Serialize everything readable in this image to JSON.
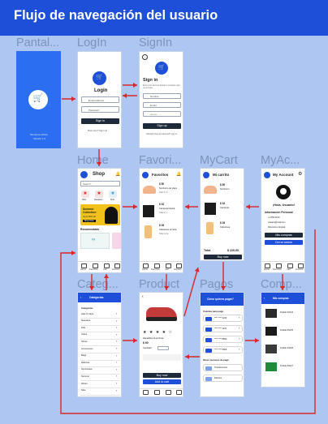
{
  "title": "Flujo de navegación del usuario",
  "labels": {
    "pantalla": "Pantal...",
    "login": "LogIn",
    "signin": "SignIn",
    "home": "Home",
    "favoritos": "Favori...",
    "mycart": "MyCart",
    "myaccount": "MyAc...",
    "categorias": "Categ...",
    "product": "Product",
    "pagos": "Pagos",
    "compras": "Comp..."
  },
  "splash": {
    "text1": "Monstore eShop",
    "text2": "Versión 1.0"
  },
  "login": {
    "title": "Login",
    "email": "Email address",
    "password": "Password",
    "button": "Sign In",
    "footer": "New user? Sign Up"
  },
  "signin": {
    "title": "Sign in",
    "subtitle": "Enter your account details to complete sign up process",
    "name": "Nombre",
    "email": "Email",
    "password": "••••••••",
    "button": "Sign up",
    "footer": "Already have an account? Log in"
  },
  "home": {
    "title": "Shop",
    "search": "Search...",
    "cats": [
      "Hats",
      "Sweaters",
      "Kids"
    ],
    "banner_title": "Summer Collection",
    "banner_sub": "Up to 50% off",
    "banner_btn": "Shop Now",
    "recommended": "Recomendado",
    "nav": [
      "Home",
      "Favoritos",
      "Cart",
      "Account"
    ]
  },
  "favoritos": {
    "title": "Favoritos",
    "items": [
      {
        "price": "$ 50",
        "name": "Sombrero de playa",
        "sub": "Talla S, M"
      },
      {
        "price": "$ 32",
        "name": "Camiseta básica",
        "sub": "Talla M, L"
      },
      {
        "price": "$ 28",
        "name": "Calcetines de lana",
        "sub": "Talla única"
      }
    ]
  },
  "mycart": {
    "title": "Mi carrito",
    "items": [
      {
        "price": "$ 50",
        "name": "Sombrero"
      },
      {
        "price": "$ 32",
        "name": "Camiseta"
      },
      {
        "price": "$ 28",
        "name": "Calcetines"
      }
    ],
    "total_label": "Total",
    "total_value": "$ 220,00",
    "button": "Buy now"
  },
  "myaccount": {
    "title": "My Account",
    "greeting": "¡Hola, Usuario!",
    "info_title": "Información Personal",
    "info": [
      "+1 555 0100",
      "usuario@mail.com",
      "Dirección principal"
    ],
    "btn1": "Mis compras",
    "btn2": "Cerrar sesión"
  },
  "categorias": {
    "title": "Categorías",
    "subtitle": "Categorías",
    "items": [
      "Hats & Caps",
      "Sweaters",
      "Kids",
      "Jeans",
      "Shoes",
      "Accessories",
      "Bags",
      "Watches",
      "Sportswear",
      "Summer",
      "Winter",
      "Sale"
    ]
  },
  "product": {
    "product_name": "Zapatillas deportivas",
    "price": "$ 60",
    "qty_label": "Cantidad",
    "button1": "Buy now",
    "button2": "Add to cart"
  },
  "pagos": {
    "title": "Cómo quieres pagar?",
    "section1": "Cuentas para pago",
    "cards": [
      "**** **** 4242",
      "**** **** 1123",
      "**** **** 8890",
      "**** **** 5566"
    ],
    "section2": "Otras opciones de pago",
    "others": [
      "Transferencia",
      "Efectivo"
    ]
  },
  "compras": {
    "title": "Mis compras",
    "items": [
      "Pedido #1024",
      "Pedido #1025",
      "Pedido #1026",
      "Pedido #1027"
    ]
  },
  "colors": {
    "accent": "#1e4fd8",
    "arrow": "#d9262b",
    "background": "#aec6f2",
    "dark_button": "#1d2a3a"
  }
}
